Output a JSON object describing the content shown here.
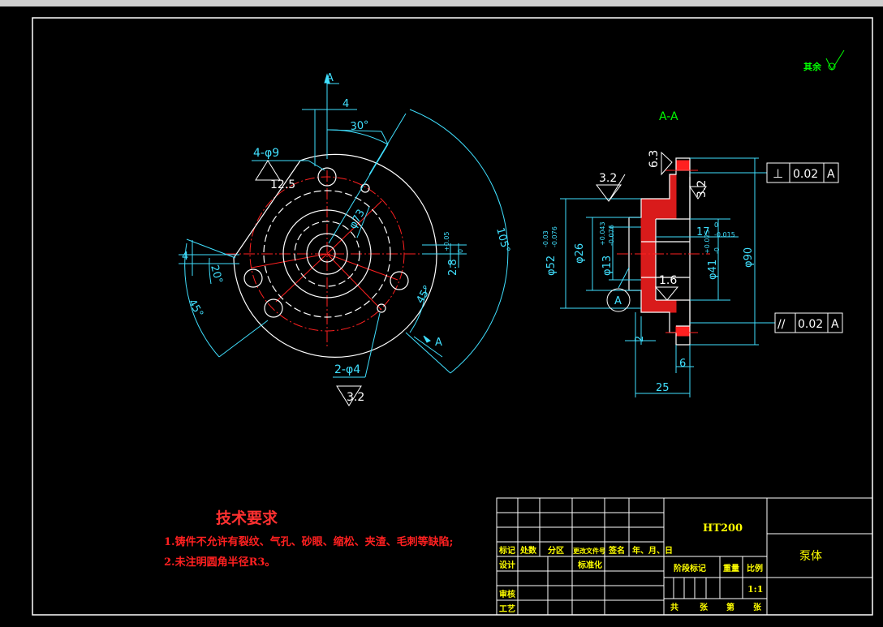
{
  "view": {
    "section_label": "A-A",
    "section_marker": "A"
  },
  "front": {
    "hole4": "4-φ9",
    "hole2": "2-φ4",
    "pcd": "φ73",
    "rough_top": "12.5",
    "rough_bottom": "3.2",
    "dim_4_top": "4",
    "ang_30": "30°",
    "ang_105": "105°",
    "ang_45_left": "45°",
    "ang_20": "20°",
    "dim_4_left": "4",
    "ang_45_right": "45°",
    "dim_28_base": "2.8",
    "dim_28_tol_up": "+0.05",
    "dim_28_tol_low": "0"
  },
  "section": {
    "rough_63": "6.3",
    "rough_32_top": "3.2",
    "rough_32_right": "3.2",
    "rough_16": "1.6",
    "d52": "φ52",
    "d52_tol_up": "-0.03",
    "d52_tol_low": "-0.076",
    "d26": "φ26",
    "d13": "φ13",
    "d13_tol_up": "+0.043",
    "d13_tol_low": "-0.076",
    "d41": "φ41",
    "d41_tol_up": "+0.025",
    "d41_tol_low": "-0",
    "d90": "φ90",
    "dim17": "17",
    "dim17_tol_up": "0",
    "dim17_tol_low": "-0.015",
    "dim2": "2",
    "dim6": "6",
    "dim25": "25",
    "datum": "A",
    "tol_perp_symbol": "⊥",
    "tol_perp_value": "0.02",
    "tol_perp_datum": "A",
    "tol_par_symbol": "//",
    "tol_par_value": "0.02",
    "tol_par_datum": "A"
  },
  "misc": {
    "other_rough_label": "其余"
  },
  "notes": {
    "title": "技术要求",
    "line1": "1.铸件不允许有裂纹、气孔、砂眼、缩松、夹渣、毛刺等缺陷;",
    "line2": "2.未注明圆角半径R3。"
  },
  "title_block": {
    "material": "HT200",
    "part_name": "泵体",
    "scale": "1:1",
    "h_biaoji": "标记",
    "h_chushu": "处数",
    "h_fenqu": "分区",
    "h_gengai": "更改文件号",
    "h_qianming": "签名",
    "h_date": "年、月、日",
    "h_sheji": "设计",
    "h_biaozhunhua": "标准化",
    "h_shenhe": "审核",
    "h_gongyi": "工艺",
    "h_jieduan": "阶段标记",
    "h_zhongliang": "重量",
    "h_bili": "比例",
    "h_gong": "共",
    "h_zhang1": "张",
    "h_di": "第",
    "h_zhang2": "张"
  },
  "colors": {
    "outline": "#ffffff",
    "centerline": "#ff2020",
    "dimension": "#40e0ff",
    "section_fill": "#ff2020",
    "notes_red": "#ff2020",
    "notes_title": "#ff3030",
    "titleblock_text": "#ffff00",
    "section_label": "#00ff00",
    "pink_circle": "#e03070"
  }
}
